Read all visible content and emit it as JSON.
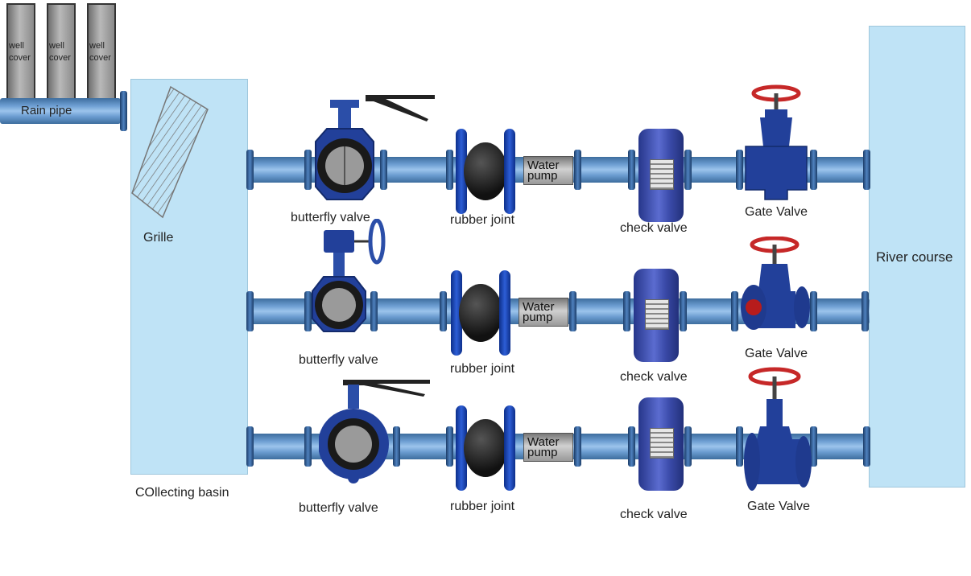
{
  "wells": [
    {
      "label_line1": "well",
      "label_line2": "cover"
    },
    {
      "label_line1": "well",
      "label_line2": "cover"
    },
    {
      "label_line1": "well",
      "label_line2": "cover"
    }
  ],
  "labels": {
    "rain_pipe": "Rain pipe",
    "grille": "Grille",
    "collecting_basin": "COllecting basin",
    "river_course": "River course"
  },
  "rows": [
    {
      "butterfly": "butterfly valve",
      "rubber": "rubber joint",
      "pump_line1": "Water",
      "pump_line2": "pump",
      "check": "check valve",
      "gate": "Gate Valve"
    },
    {
      "butterfly": "butterfly valve",
      "rubber": "rubber joint",
      "pump_line1": "Water",
      "pump_line2": "pump",
      "check": "check valve",
      "gate": "Gate Valve"
    },
    {
      "butterfly": "butterfly valve",
      "rubber": "rubber joint",
      "pump_line1": "Water",
      "pump_line2": "pump",
      "check": "check valve",
      "gate": "Gate Valve"
    }
  ],
  "colors": {
    "water_area": "#bfe3f6",
    "pipe": "#6e9fd3",
    "valve_body": "#1f3f93",
    "handwheel": "#c62828"
  }
}
